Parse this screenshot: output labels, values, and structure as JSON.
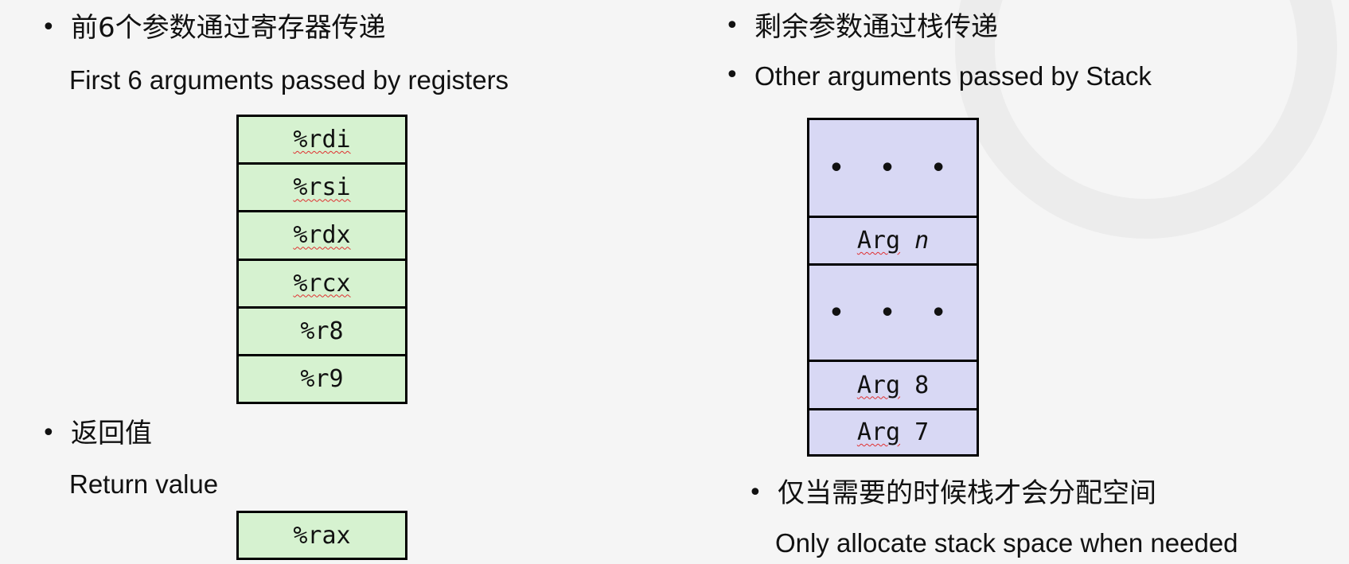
{
  "left": {
    "heading_zh": "前6个参数通过寄存器传递",
    "heading_en": "First 6 arguments passed by registers",
    "registers": [
      "%rdi",
      "%rsi",
      "%rdx",
      "%rcx",
      "%r8",
      "%r9"
    ],
    "return_zh": "返回值",
    "return_en": "Return value",
    "return_register": "%rax"
  },
  "right": {
    "heading_zh": "剩余参数通过栈传递",
    "heading_en": "Other arguments passed by Stack",
    "stack": {
      "ellipsis": "• • •",
      "arg_prefix": "Arg",
      "arg_n": "n",
      "arg_8": "8",
      "arg_7": "7"
    },
    "note_zh": "仅当需要的时候栈才会分配空间",
    "note_en": "Only allocate stack space when needed"
  },
  "bullet": "•",
  "colors": {
    "register_fill": "#d6f2d0",
    "stack_fill": "#d8d8f4",
    "background": "#f5f5f5"
  }
}
